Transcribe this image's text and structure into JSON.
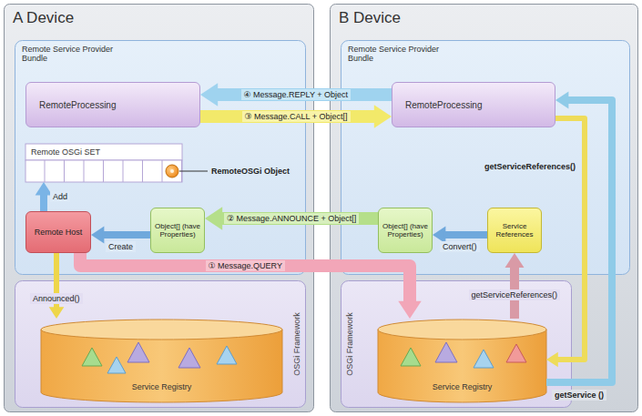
{
  "diagram": {
    "nodes": [
      {
        "text": [
          "A Device"
        ]
      },
      {
        "text": [
          "Remote Service Provider Bundle"
        ],
        "in": 0
      },
      {
        "text": [
          "RemoteProcessing"
        ],
        "in": 1
      },
      {
        "text": [
          "Remote OSGi SET"
        ],
        "in": 1
      },
      {
        "text": [
          "Remote Host"
        ],
        "in": 1
      },
      {
        "text": [
          "Object[] (have Properties)"
        ],
        "in": 1
      },
      {
        "text": [
          "OSGi Framework"
        ],
        "in": 0
      },
      {
        "text": [
          "Service Registry"
        ],
        "in": 6
      },
      {
        "text": [
          "B Device"
        ]
      },
      {
        "text": [
          "Remote Service Provider Bundle"
        ],
        "in": 8
      },
      {
        "text": [
          "RemoteProcessing"
        ],
        "in": 9
      },
      {
        "text": [
          "Object[] (have Properties)"
        ],
        "in": 9
      },
      {
        "text": [
          "Service References"
        ],
        "in": 9
      },
      {
        "text": [
          "OSGi Framework"
        ],
        "in": 8
      },
      {
        "text": [
          "Service Registry"
        ],
        "in": 13
      }
    ],
    "edges": [
      {
        "from": 10,
        "to": 2,
        "arrow": "to",
        "label": "④ Message.REPLY + Object"
      },
      {
        "from": 2,
        "to": 10,
        "arrow": "to",
        "label": "③ Message.CALL + Object[]"
      },
      {
        "from": 11,
        "to": 5,
        "arrow": "to",
        "label": "② Message.ANNOUNCE + Object[]"
      },
      {
        "from": 4,
        "to": 14,
        "arrow": "to",
        "label": "① Message.QUERY"
      },
      {
        "from": 5,
        "to": 4,
        "arrow": "to",
        "label": "Create"
      },
      {
        "from": 12,
        "to": 11,
        "arrow": "to",
        "label": "Convert()"
      },
      {
        "from": 14,
        "to": 12,
        "arrow": "to",
        "label": "getServiceReferences()"
      },
      {
        "from": 4,
        "to": 3,
        "arrow": "to",
        "label": "Add"
      },
      {
        "from": 4,
        "to": 7,
        "arrow": "to",
        "label": "Announced()"
      },
      {
        "from": 10,
        "to": 14,
        "arrow": "to",
        "label": "getServiceReferences()"
      },
      {
        "from": 14,
        "to": 10,
        "arrow": "to",
        "label": "getService ()"
      }
    ],
    "labels": [
      "RemoteOSGi Object"
    ]
  }
}
